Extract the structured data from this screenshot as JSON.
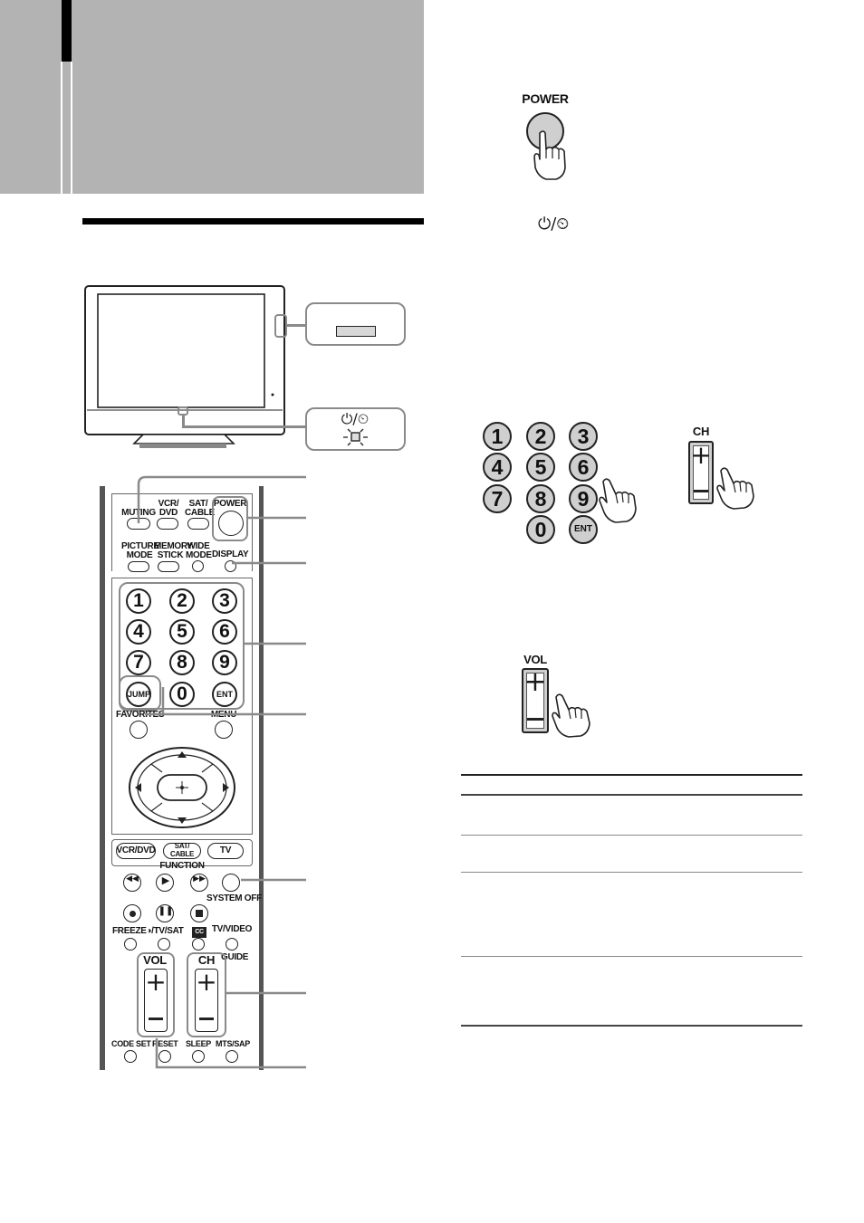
{
  "remote": {
    "top_labels": {
      "muting": "MUTING",
      "vcr_dvd": "VCR/\nDVD",
      "sat_cable": "SAT/\nCABLE",
      "power": "POWER"
    },
    "row2_labels": {
      "picture_mode": "PICTURE\nMODE",
      "memory_stick": "MEMORY\nSTICK",
      "wide_mode": "WIDE\nMODE",
      "display": "DISPLAY"
    },
    "digits": [
      "1",
      "2",
      "3",
      "4",
      "5",
      "6",
      "7",
      "8",
      "9"
    ],
    "zero": "0",
    "jump": "JUMP",
    "ent": "ENT",
    "favorites": "FAVORITES",
    "menu": "MENU",
    "function_buttons": {
      "vcr_dvd": "VCR/DVD",
      "sat_cable": "SAT/\nCABLE",
      "tv": "TV"
    },
    "function_label": "FUNCTION",
    "system_off": "SYSTEM OFF",
    "freeze": "FREEZE",
    "tv_sat": "◑/TV/SAT",
    "cc": "CC",
    "tv_video": "TV/VIDEO",
    "guide": "GUIDE",
    "vol": "VOL",
    "ch": "CH",
    "bottom_labels": {
      "code_set": "CODE SET",
      "reset": "RESET",
      "sleep": "SLEEP",
      "mts_sap": "MTS/SAP"
    }
  },
  "tv": {
    "standby_symbol": "⏻/⏲"
  },
  "right_panel": {
    "power_label": "POWER",
    "standby_symbol": "⏻/⏲",
    "keypad_digits": [
      "1",
      "2",
      "3",
      "4",
      "5",
      "6",
      "7",
      "8",
      "9"
    ],
    "keypad_zero": "0",
    "keypad_ent": "ENT",
    "ch_label": "CH",
    "vol_label": "VOL"
  },
  "colors": {
    "header_gray": "#b3b3b3",
    "highlight_gray": "#8a8a8a"
  }
}
